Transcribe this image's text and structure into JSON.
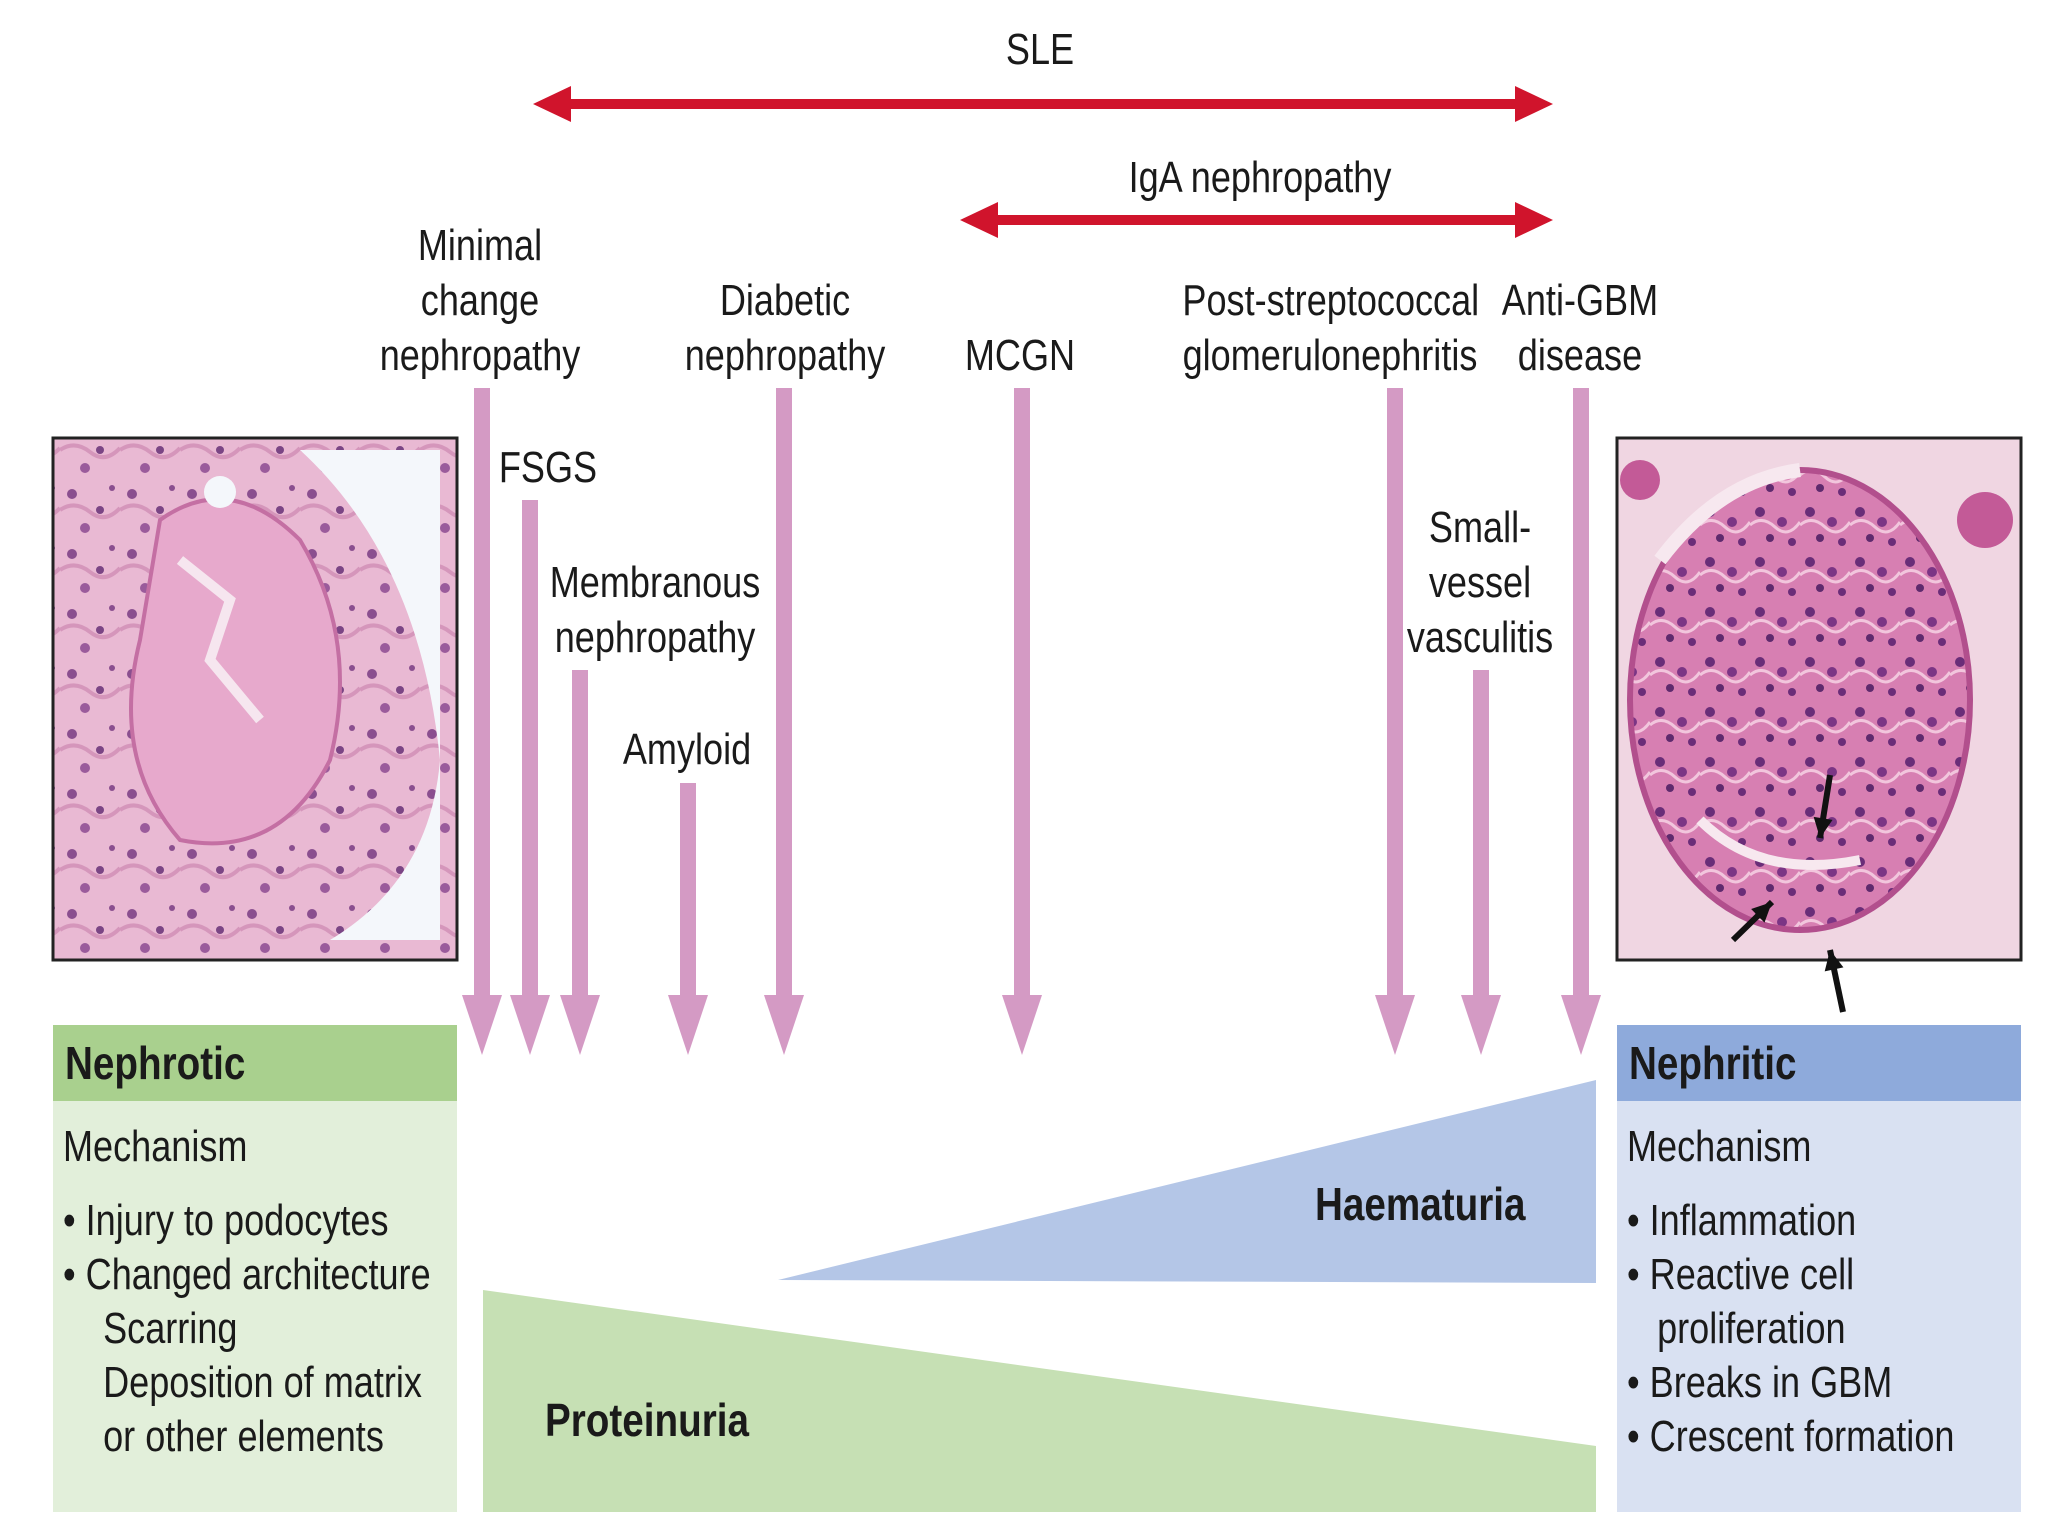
{
  "top_ranges": {
    "sle": "SLE",
    "iga": "IgA nephropathy"
  },
  "conditions": {
    "minimal_change": "Minimal\nchange\nnephropathy",
    "fsgs": "FSGS",
    "membranous": "Membranous\nnephropathy",
    "amyloid": "Amyloid",
    "diabetic": "Diabetic\nnephropathy",
    "mcgn": "MCGN",
    "post_strep": "Post-streptococcal\nglomerulonephritis",
    "small_vessel": "Small-\nvessel\nvasculitis",
    "anti_gbm": "Anti-GBM\ndisease"
  },
  "nephrotic": {
    "title": "Nephrotic",
    "mechanism": "Mechanism",
    "items": [
      "• Injury to podocytes",
      "• Changed architecture",
      "    Scarring",
      "    Deposition of matrix",
      "    or other elements"
    ]
  },
  "nephritic": {
    "title": "Nephritic",
    "mechanism": "Mechanism",
    "items": [
      "• Inflammation",
      "• Reactive cell",
      "   proliferation",
      "• Breaks in GBM",
      "• Crescent formation"
    ]
  },
  "gradients": {
    "haematuria": "Haematuria",
    "proteinuria": "Proteinuria"
  },
  "colors": {
    "range_arrow": "#d0142c",
    "condition_arrow": "#d49ac4",
    "nephrotic_header": "#a9d08e",
    "nephrotic_body": "#e2efda",
    "nephritic_header": "#8eaadb",
    "nephritic_body": "#d9e1f2",
    "haematuria_wedge": "#b4c6e7",
    "proteinuria_wedge": "#c6e0b4"
  },
  "icons": [
    "histology-nephrotic-image",
    "histology-nephritic-image"
  ]
}
